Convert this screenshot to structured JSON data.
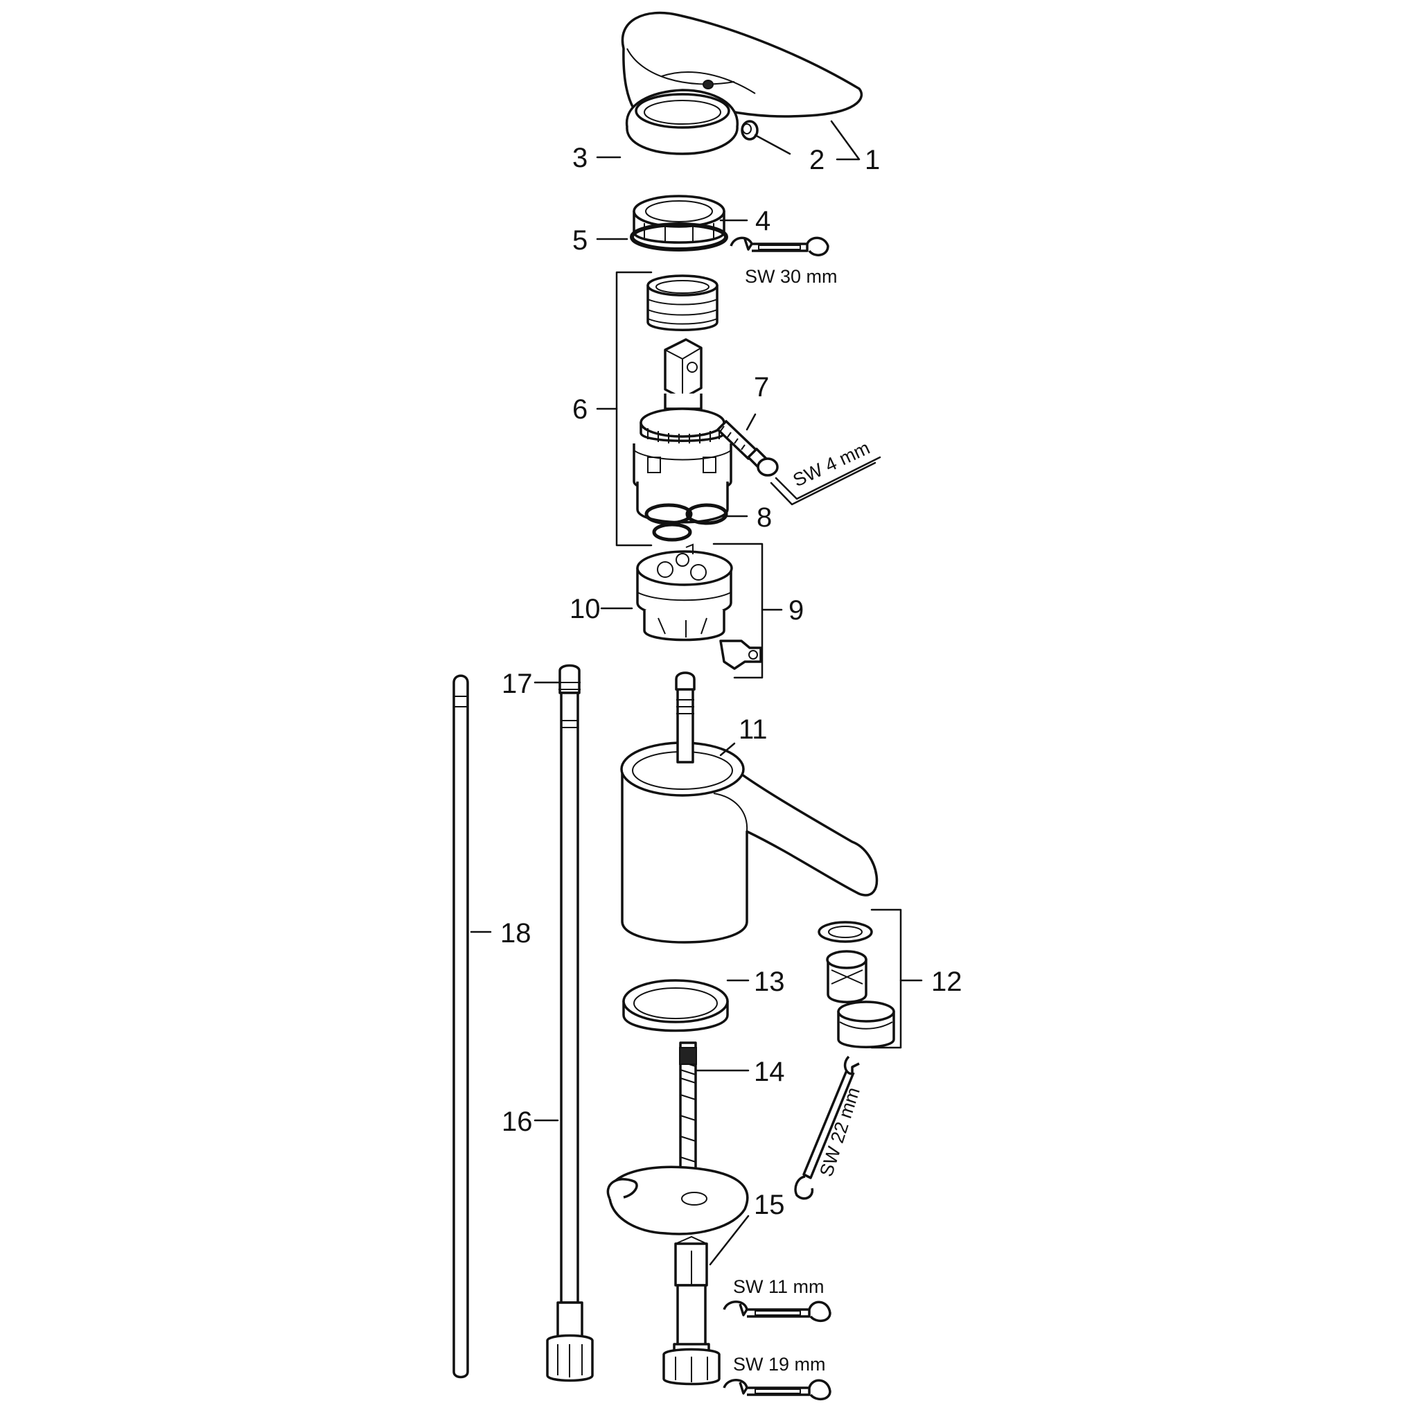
{
  "callouts": {
    "c1": "1",
    "c2": "2",
    "c3": "3",
    "c4": "4",
    "c5": "5",
    "c6": "6",
    "c7": "7",
    "c8": "8",
    "c9": "9",
    "c10": "10",
    "c11": "11",
    "c12": "12",
    "c13": "13",
    "c14": "14",
    "c15": "15",
    "c16": "16",
    "c17": "17",
    "c18": "18"
  },
  "tools": {
    "sw30": "SW 30 mm",
    "sw4": "SW 4 mm",
    "sw22": "SW 22 mm",
    "sw11": "SW 11 mm",
    "sw19": "SW 19 mm"
  }
}
